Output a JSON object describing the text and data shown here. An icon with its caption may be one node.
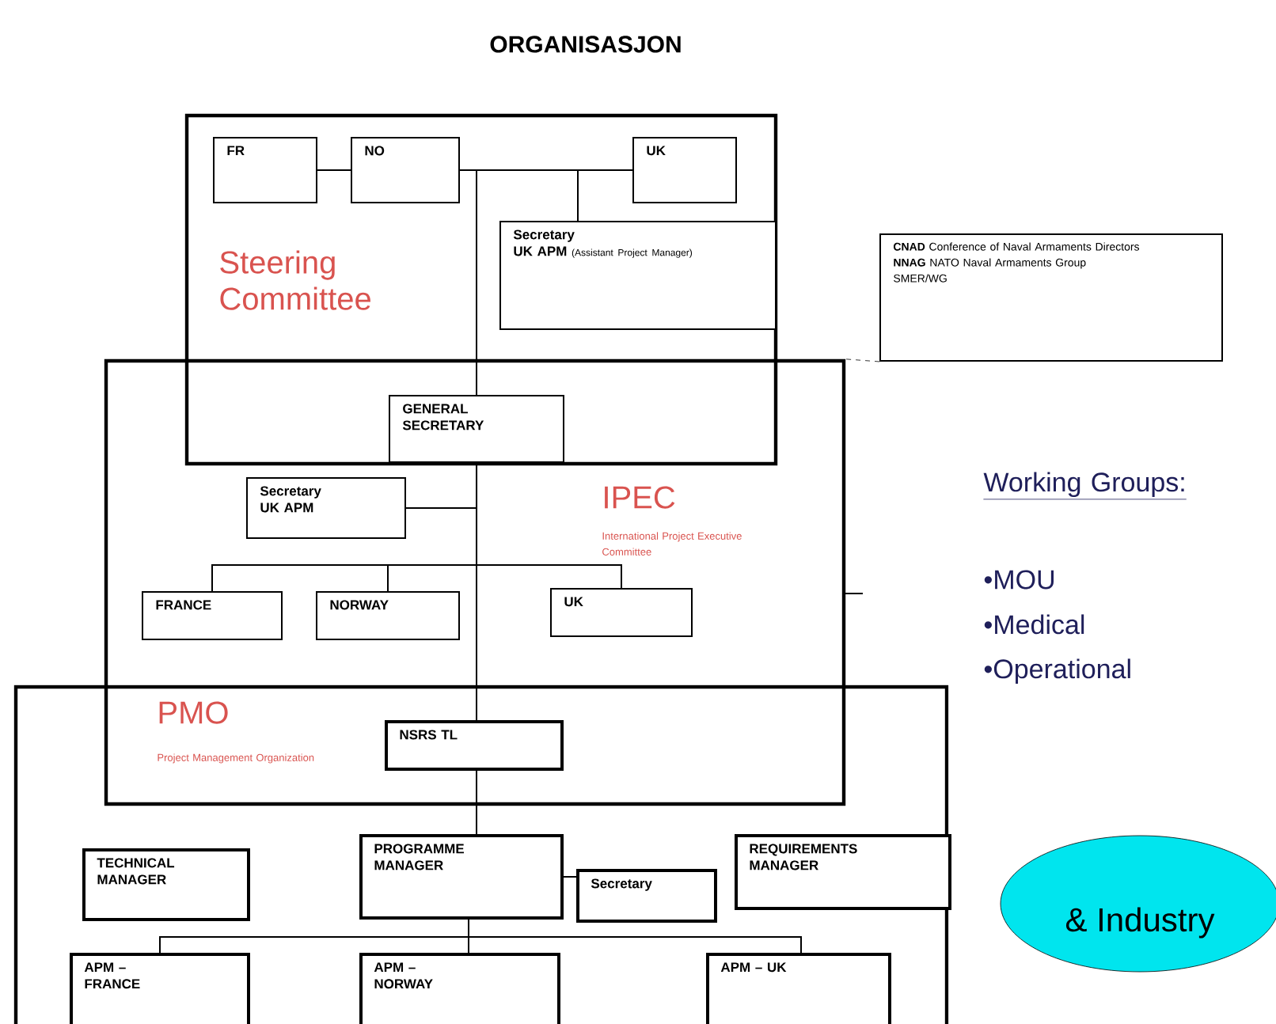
{
  "diagram": {
    "title": "ORGANISASJON",
    "nodes": [
      {
        "text": [
          "Steering Committee"
        ]
      },
      {
        "text": [
          "FR"
        ],
        "in": 0
      },
      {
        "text": [
          "NO"
        ],
        "in": 0
      },
      {
        "text": [
          "UK"
        ],
        "in": 0
      },
      {
        "text": [
          "Secretary",
          "UK APM",
          "(Assistant Project Manager)"
        ],
        "in": 0
      },
      {
        "text": [
          "IPEC",
          "International Project Executive Committee"
        ]
      },
      {
        "text": [
          "GENERAL SECRETARY"
        ]
      },
      {
        "text": [
          "Secretary",
          "UK APM"
        ],
        "in": 5
      },
      {
        "text": [
          "FRANCE"
        ],
        "in": 5
      },
      {
        "text": [
          "NORWAY"
        ],
        "in": 5
      },
      {
        "text": [
          "UK"
        ],
        "in": 5
      },
      {
        "text": [
          "PMO",
          "Project Management Organization"
        ]
      },
      {
        "text": [
          "NSRS TL"
        ]
      },
      {
        "text": [
          "TECHNICAL MANAGER"
        ],
        "in": 11
      },
      {
        "text": [
          "PROGRAMME MANAGER"
        ],
        "in": 11
      },
      {
        "text": [
          "Secretary"
        ],
        "in": 11
      },
      {
        "text": [
          "REQUIREMENTS MANAGER"
        ],
        "in": 11
      },
      {
        "text": [
          "APM – FRANCE"
        ],
        "in": 11
      },
      {
        "text": [
          "APM – NORWAY"
        ],
        "in": 11
      },
      {
        "text": [
          "APM – UK"
        ],
        "in": 11
      },
      {
        "text": [
          "**CNAD** Conference of Naval Armaments Directors",
          "**NNAG** NATO Naval Armaments Group",
          "SMER/WG"
        ]
      },
      {
        "text": [
          "& Industry"
        ]
      }
    ],
    "edges": [
      {
        "from": 1,
        "to": 2,
        "arrow": "none"
      },
      {
        "from": 2,
        "to": 3,
        "arrow": "none"
      },
      {
        "from": 6,
        "to": 2,
        "arrow": "none"
      },
      {
        "from": 4,
        "to": 2,
        "arrow": "none"
      },
      {
        "from": 6,
        "to": 12,
        "arrow": "none"
      },
      {
        "from": 7,
        "to": 6,
        "arrow": "none"
      },
      {
        "from": 6,
        "to": 8,
        "arrow": "none"
      },
      {
        "from": 6,
        "to": 9,
        "arrow": "none"
      },
      {
        "from": 6,
        "to": 10,
        "arrow": "none"
      },
      {
        "from": 12,
        "to": 14,
        "arrow": "none"
      },
      {
        "from": 14,
        "to": 15,
        "arrow": "none"
      },
      {
        "from": 14,
        "to": 17,
        "arrow": "none"
      },
      {
        "from": 14,
        "to": 18,
        "arrow": "none"
      },
      {
        "from": 14,
        "to": 19,
        "arrow": "none"
      },
      {
        "from": 20,
        "to": 5,
        "arrow": "none",
        "style": "dashed"
      }
    ],
    "labels": [
      "Working Groups:",
      "•MOU",
      "•Medical",
      "•Operational"
    ]
  }
}
